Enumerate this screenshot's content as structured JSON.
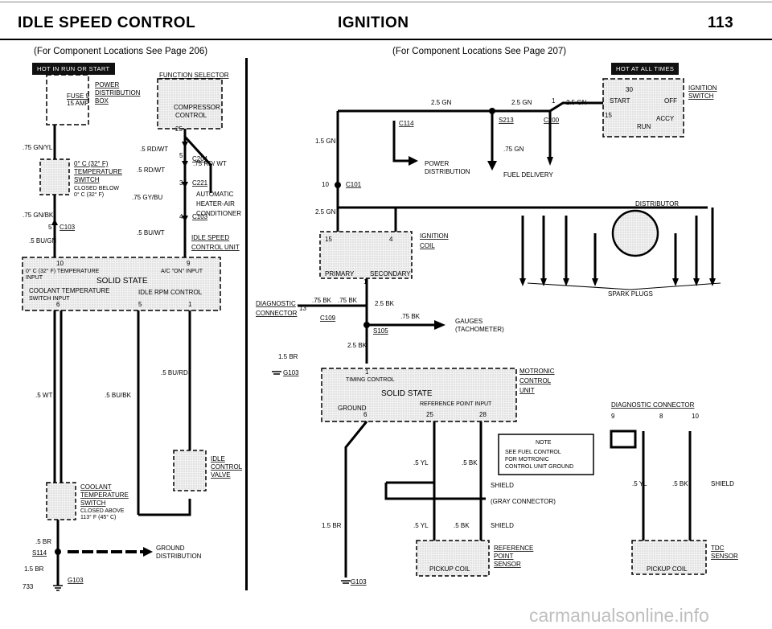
{
  "header": {
    "left_title": "IDLE SPEED CONTROL",
    "center_title": "IGNITION",
    "page_number": "113",
    "left_subtitle": "(For Component Locations See Page 206)",
    "right_subtitle": "(For Component Locations See Page 207)"
  },
  "left": {
    "hot_label": "HOT IN RUN OR START",
    "fuse": "FUSE 9",
    "fuse_amp": "15 AMP",
    "power_dist_1": "POWER",
    "power_dist_2": "DISTRIBUTION",
    "power_dist_3": "BOX",
    "func_selector": "FUNCTION SELECTOR",
    "compressor": "COMPRESSOR",
    "control": "CONTROL",
    "pin25": "25",
    "w_75gnyl": ".75 GN/YL",
    "w_5rdwt": ".5 RD/WT",
    "w_5rdwt2": ".5 RD/WT",
    "w_75rdwt": ".75 RD/ WT",
    "c204": "C204",
    "c221": "C221",
    "c103": "C103",
    "c103b": "C103",
    "pin5": "5",
    "pin3": "3",
    "pin4": "4",
    "pin5b": "5",
    "temp_sw_1": "0° C (32° F)",
    "temp_sw_2": "TEMPERATURE",
    "temp_sw_3": "SWITCH",
    "temp_sw_4": "CLOSED BELOW",
    "temp_sw_5": "0° C (32° F)",
    "w_75gybu": ".75 GY/BU",
    "auto_1": "AUTOMATIC",
    "auto_2": "HEATER-AIR",
    "auto_3": "CONDITIONER",
    "w_75gnbk": ".75 GN/BK",
    "w_5bugn": ".5 BU/GN",
    "w_5buwt": ".5 BU/WT",
    "isc_1": "IDLE SPEED",
    "isc_2": "CONTROL UNIT",
    "pin10": "10",
    "pin9": "9",
    "ti_1": "0° C (32° F)  TEMPERATURE",
    "ti_2": "INPUT",
    "ac_in": "A/C \"ON\" INPUT",
    "solid": "SOLID STATE",
    "ct_1": "COOLANT TEMPERATURE",
    "ct_2": "SWITCH INPUT",
    "pin6": "6",
    "idle_rpm": "IDLE RPM CONTROL",
    "pin5c": "5",
    "pin1": "1",
    "w_5rdbu": ".5 BU/RD",
    "w_5wt": ".5 WT",
    "w_5bubk": ".5 BU/BK",
    "icv_1": "IDLE",
    "icv_2": "CONTROL",
    "icv_3": "VALVE",
    "cs_1": "COOLANT",
    "cs_2": "TEMPERATURE",
    "cs_3": "SWITCH",
    "cs_4": "CLOSED ABOVE",
    "cs_5": "113° F (45° C)",
    "w_5br": ".5 BR",
    "s114": "S114",
    "ground_1": "GROUND",
    "ground_2": "DISTRIBUTION",
    "w_15br": "1.5 BR",
    "g103": "G103",
    "page_code": "733"
  },
  "right": {
    "hot_label": "HOT AT ALL TIMES",
    "ign_1": "IGNITION",
    "ign_2": "SWITCH",
    "start": "START",
    "off": "OFF",
    "run": "RUN",
    "accy": "ACCY",
    "pin30": "30",
    "pin15": "15",
    "w_25gn_a": "2.5 GN",
    "w_25gn_b": "2.5 GN",
    "w_25gn_c": "2.5 GN",
    "pin1": "1",
    "c114": "C114",
    "s213": "S213",
    "c200": "C200",
    "w_15gn": "1.5 GN",
    "w_75gn": ".75 GN",
    "pd_1": "POWER",
    "pd_2": "DISTRIBUTION",
    "fuel": "FUEL DELIVERY",
    "pin10": "10",
    "c101": "C101",
    "w_25gn_d": "2.5 GN",
    "distributor": "DISTRIBUTOR",
    "coil_1": "IGNITION",
    "coil_2": "COIL",
    "pin4": "4",
    "primary": "PRIMARY",
    "secondary": "SECONDARY",
    "pin1b": "1",
    "spark": "SPARK PLUGS",
    "diag_1": "DIAGNOSTIC",
    "diag_2": "CONNECTOR",
    "w_75bk_a": ".75 BK",
    "w_75bk_b": ".75 BK",
    "pin13": "13",
    "c109": "C109",
    "w_25bk": "2.5 BK",
    "w_75bk_c": ".75 BK",
    "gauges_1": "GAUGES",
    "gauges_2": "(TACHOMETER)",
    "s105": "S105",
    "w_25bk_b": "2.5 BK",
    "w_15br": "1.5 BR",
    "g103": "G103",
    "pin1c": "1",
    "timing": "TIMING CONTROL",
    "solid": "SOLID STATE",
    "ground": "GROUND",
    "pin6": "6",
    "ref_in": "REFERENCE POINT INPUT",
    "pin25": "25",
    "pin28": "28",
    "mot_1": "MOTRONIC",
    "mot_2": "CONTROL",
    "mot_3": "UNIT",
    "note_t": "NOTE",
    "note_1": "SEE FUEL CONTROL",
    "note_2": "FOR MOTRONIC",
    "note_3": "CONTROL UNIT GROUND",
    "w_5yl": ".5 YL",
    "w_5bk": ".5 BK",
    "shield": "SHIELD",
    "gray": "(GRAY CONNECTOR)",
    "w_5yl_b": ".5 YL",
    "w_5bk_b": ".5 BK",
    "shield_b": "SHIELD",
    "w_15br_b": "1.5 BR",
    "ref_1": "REFERENCE",
    "ref_2": "POINT",
    "ref_3": "SENSOR",
    "pickup": "PICKUP COIL",
    "g103_b": "G103",
    "diagc": "DIAGNOSTIC CONNECTOR",
    "p9": "9",
    "p8": "8",
    "p10": "10",
    "w_5yl_c": ".5 YL",
    "w_5bk_c": ".5 BK",
    "shield_c": "SHIELD",
    "tdc_1": "TDC",
    "tdc_2": "SENSOR",
    "pickup_b": "PICKUP COIL"
  },
  "watermark": "carmanualsonline.info"
}
